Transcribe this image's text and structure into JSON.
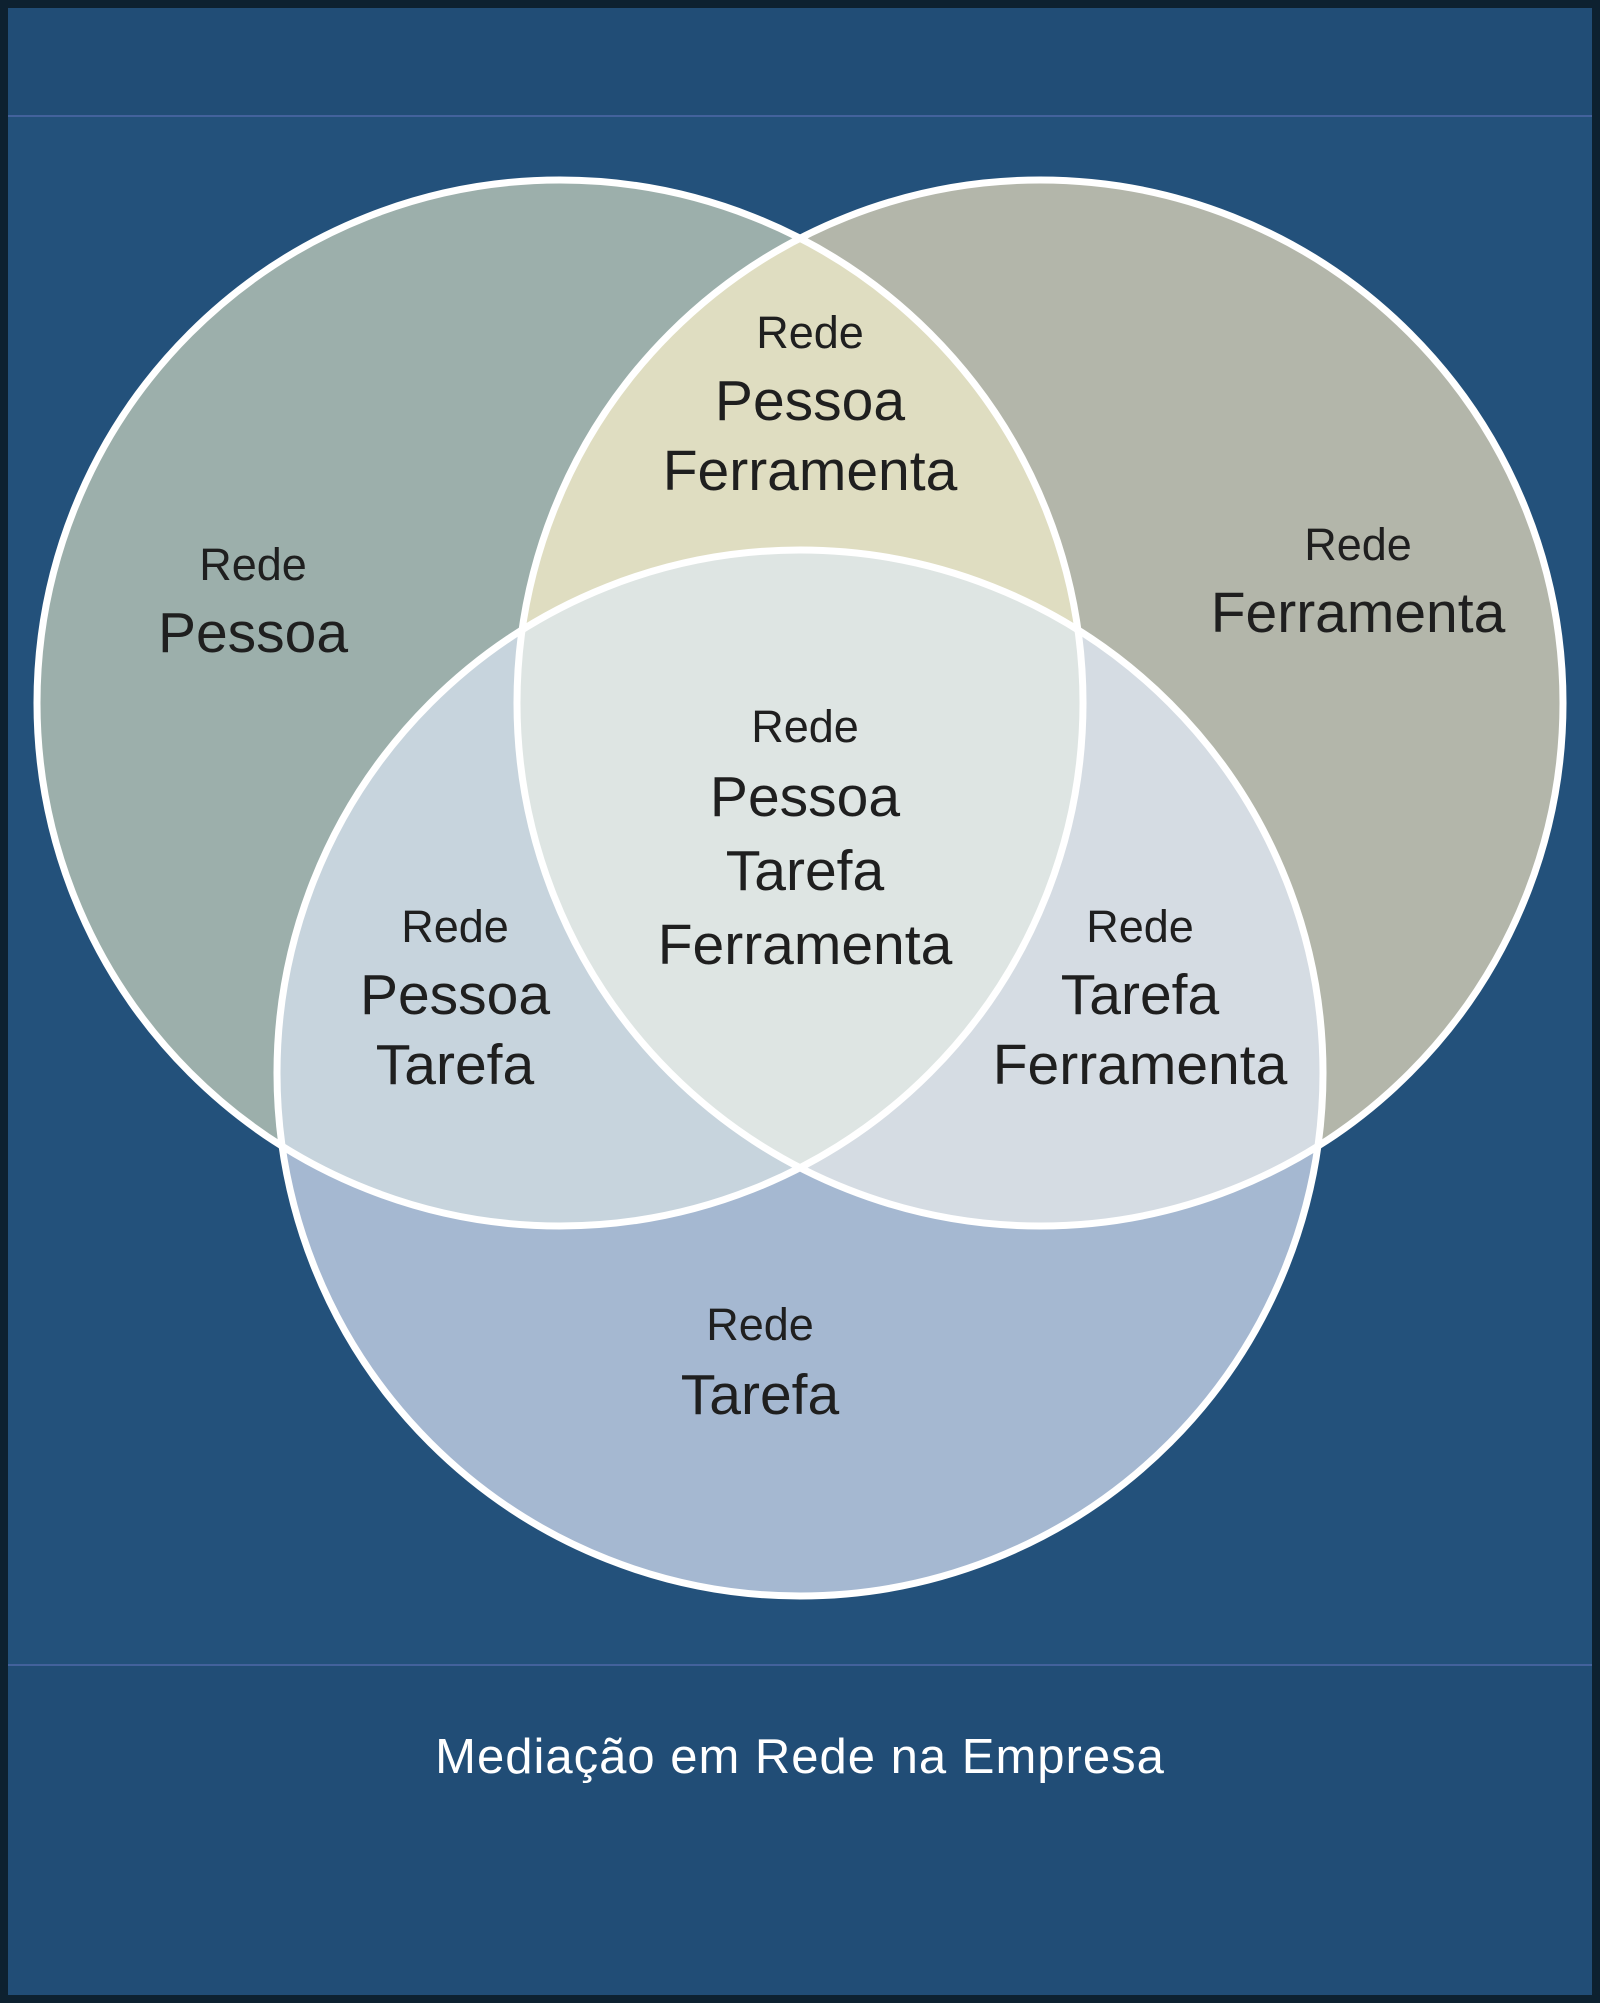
{
  "caption": "Mediação em Rede na Empresa",
  "venn": {
    "regions": {
      "pessoa": {
        "lines": [
          "Rede",
          "Pessoa"
        ]
      },
      "ferramenta": {
        "lines": [
          "Rede",
          "Ferramenta"
        ]
      },
      "tarefa": {
        "lines": [
          "Rede",
          "Tarefa"
        ]
      },
      "pessoa_ferramenta": {
        "lines": [
          "Rede",
          "Pessoa",
          "Ferramenta"
        ]
      },
      "pessoa_tarefa": {
        "lines": [
          "Rede",
          "Pessoa",
          "Tarefa"
        ]
      },
      "tarefa_ferramenta": {
        "lines": [
          "Rede",
          "Tarefa",
          "Ferramenta"
        ]
      },
      "pessoa_tarefa_ferramenta": {
        "lines": [
          "Rede",
          "Pessoa",
          "Tarefa",
          "Ferramenta"
        ]
      }
    },
    "colors": {
      "background": "#214d76",
      "panel_background": "#23517b",
      "panel_edge_line": "#43629c",
      "frame_border": "#0d2130",
      "circle_stroke": "#ffffff",
      "label_text": "#1f1f1f",
      "caption_text": "#ffffff",
      "pessoa": "#9cafab",
      "ferramenta": "#b3b6aa",
      "tarefa": "#a5b8d1",
      "pessoa_ferramenta": "#dfddc1",
      "pessoa_tarefa": "#c7d4dd",
      "tarefa_ferramenta": "#d5dce3",
      "pessoa_tarefa_ferramenta": "#dee5e3"
    }
  }
}
